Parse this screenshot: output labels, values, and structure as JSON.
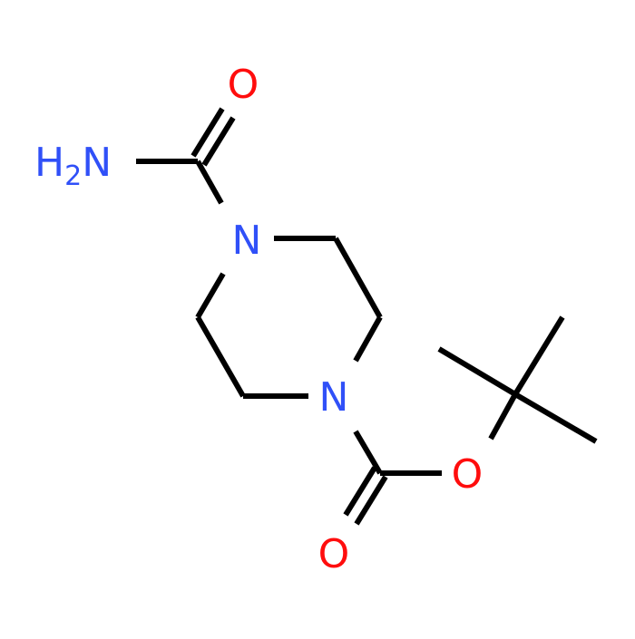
{
  "molecule": {
    "atoms": {
      "amide_nh2": "H",
      "amide_nh2_sub": "2",
      "amide_nh2_n": "N",
      "amide_o": "O",
      "ring_n_top": "N",
      "ring_n_bottom": "N",
      "ester_o": "O",
      "carbonyl_o": "O"
    },
    "colors": {
      "nitrogen": "#3050F8",
      "oxygen": "#FF0D0D",
      "bond": "#000000",
      "background": "#FFFFFF"
    }
  }
}
